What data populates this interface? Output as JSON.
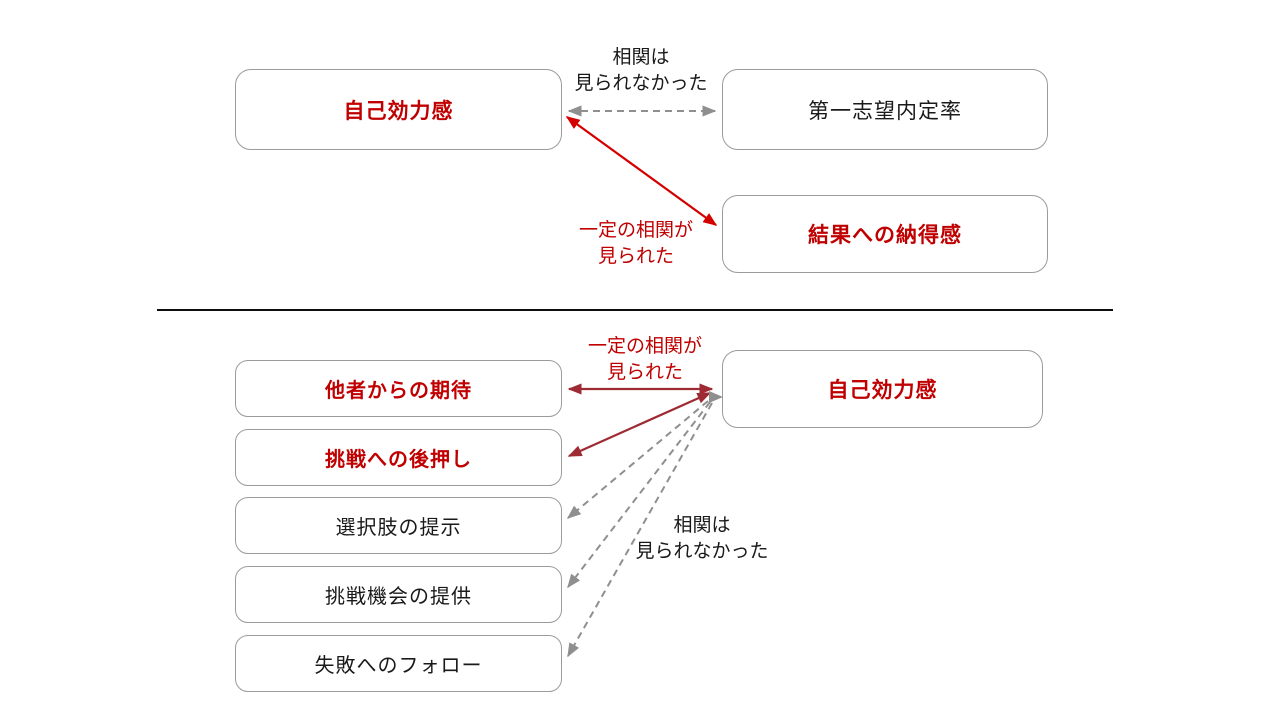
{
  "colors": {
    "red_text": "#C00000",
    "red_arrow": "#D40000",
    "dark_red_arrow": "#9E2B33",
    "gray_border": "#9B9B9B",
    "gray_arrow": "#8F8F8F",
    "black_text": "#1A1A1A"
  },
  "top": {
    "self_efficacy": "自己効力感",
    "first_choice_rate": "第一志望内定率",
    "result_satisfaction": "結果への納得感",
    "no_corr_line1": "相関は",
    "no_corr_line2": "見られなかった",
    "corr_line1": "一定の相関が",
    "corr_line2": "見られた"
  },
  "bottom": {
    "left_boxes": [
      {
        "label": "他者からの期待",
        "emphasis": true
      },
      {
        "label": "挑戦への後押し",
        "emphasis": true
      },
      {
        "label": "選択肢の提示",
        "emphasis": false
      },
      {
        "label": "挑戦機会の提供",
        "emphasis": false
      },
      {
        "label": "失敗へのフォロー",
        "emphasis": false
      }
    ],
    "self_efficacy": "自己効力感",
    "corr_line1": "一定の相関が",
    "corr_line2": "見られた",
    "no_corr_line1": "相関は",
    "no_corr_line2": "見られなかった"
  }
}
